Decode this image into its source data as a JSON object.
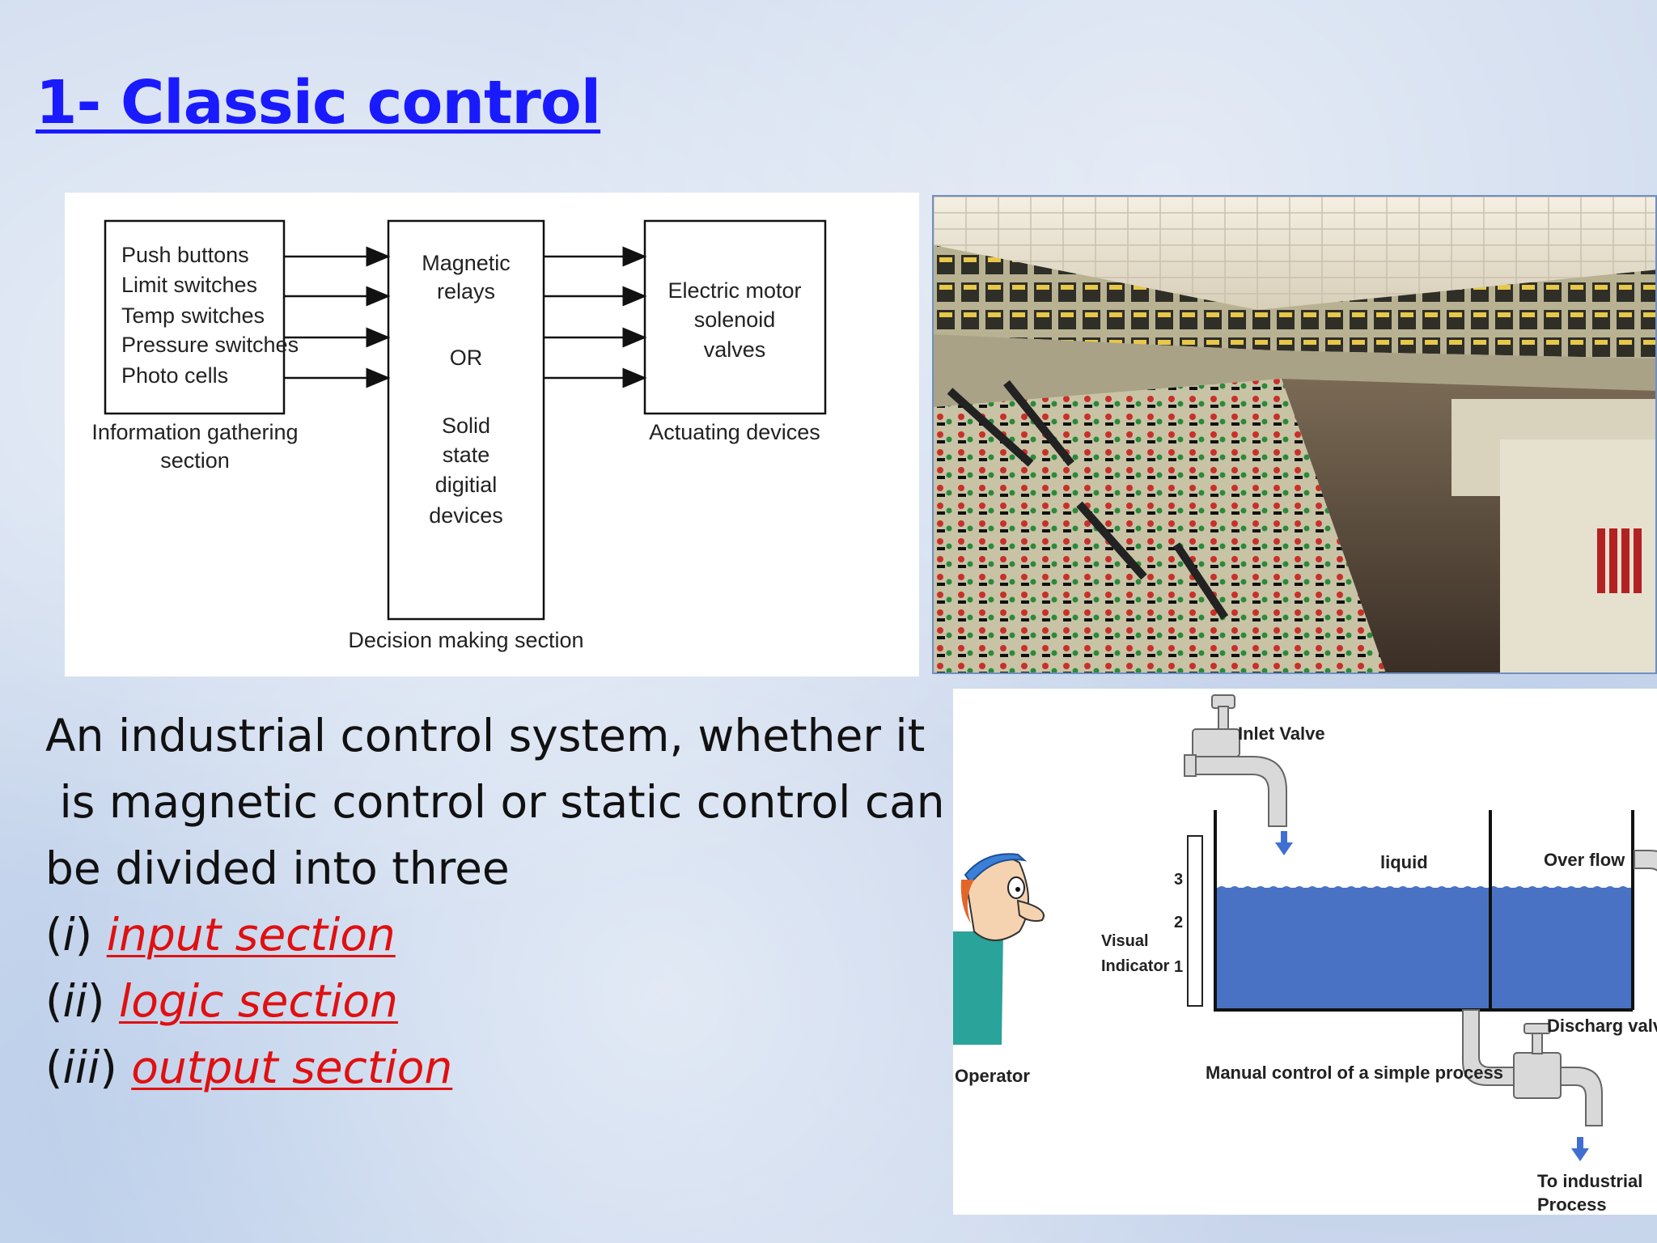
{
  "slide": {
    "title": "1- Classic control",
    "paragraph": {
      "line1": "An industrial control system, whether it",
      "line2": " is magnetic control or static control can",
      "line3": "be divided into three"
    },
    "sections": [
      {
        "open": "(",
        "numeral": "i",
        "close": ")",
        "label": "input section"
      },
      {
        "open": "(",
        "numeral": "ii",
        "close": ")",
        "label": "logic section"
      },
      {
        "open": "(",
        "numeral": "iii",
        "close": ")",
        "label": "output section"
      }
    ]
  },
  "block_diagram": {
    "input_items": [
      "Push buttons",
      "Limit switches",
      "Temp switches",
      "Pressure switches",
      "Photo cells"
    ],
    "input_caption": [
      "Information gathering",
      "section"
    ],
    "logic_items": [
      "Magnetic",
      "relays",
      "OR",
      "Solid",
      "state",
      "digitial",
      "devices"
    ],
    "logic_caption": "Decision making section",
    "output_items": [
      "Electric motor",
      "solenoid",
      "valves"
    ],
    "output_caption": "Actuating devices"
  },
  "tank_diagram": {
    "inlet_valve": "Inlet Valve",
    "liquid": "liquid",
    "overflow": "Over flow",
    "indicator_label": [
      "Visual",
      "Indicator"
    ],
    "scale": [
      "3",
      "2",
      "1"
    ],
    "discharge_valve": "Discharg valve",
    "operator": "Operator",
    "caption": "Manual control of a simple process",
    "destination": [
      "To industrial",
      "Process"
    ]
  },
  "colors": {
    "title": "#1a1aff",
    "section_link": "#e01010",
    "liquid": "#4a72c4",
    "arrow": "#3f6fd1"
  }
}
